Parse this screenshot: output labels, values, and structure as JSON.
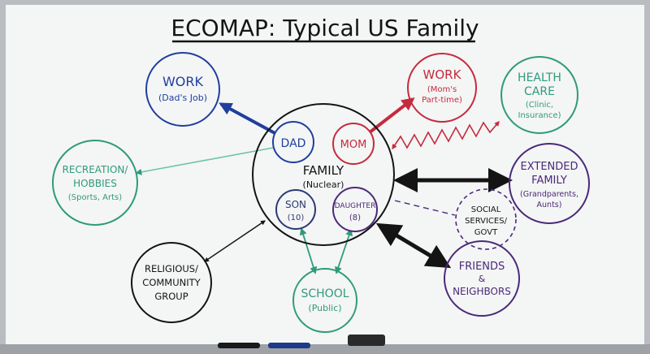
{
  "title": "ECOMAP: Typical US Family",
  "colors": {
    "blue": "#1f3f9e",
    "red": "#c42b3c",
    "teal": "#2e9b7b",
    "black": "#141414",
    "purple": "#4a2a78",
    "navy": "#2b3a72",
    "board": "#f4f5f5",
    "frame": "#b9bdc1"
  },
  "nodes": {
    "family": {
      "title": "FAMILY",
      "subtitle": "(Nuclear)"
    },
    "dad": {
      "label": "DAD"
    },
    "mom": {
      "label": "MOM"
    },
    "son": {
      "label": "SON",
      "age": "(10)"
    },
    "daughter": {
      "label": "DAUGHTER",
      "age": "(8)"
    },
    "work_dad": {
      "line1": "WORK",
      "line2": "(Dad's Job)"
    },
    "work_mom": {
      "line1": "WORK",
      "line2": "(Mom's",
      "line3": "Part-time)"
    },
    "health": {
      "line1": "HEALTH",
      "line2": "CARE",
      "line3": "(Clinic,",
      "line4": "Insurance)"
    },
    "recreation": {
      "line1": "RECREATION/",
      "line2": "HOBBIES",
      "line3": "(Sports, Arts)"
    },
    "extended": {
      "line1": "EXTENDED",
      "line2": "FAMILY",
      "line3": "(Grandparents,",
      "line4": "Aunts)"
    },
    "social": {
      "line1": "SOCIAL",
      "line2": "SERVICES/",
      "line3": "GOVT"
    },
    "religious": {
      "line1": "RELIGIOUS/",
      "line2": "COMMUNITY",
      "line3": "GROUP"
    },
    "friends": {
      "line1": "FRIENDS",
      "line2": "&",
      "line3": "NEIGHBORS"
    },
    "school": {
      "line1": "SCHOOL",
      "line2": "(Public)"
    }
  }
}
